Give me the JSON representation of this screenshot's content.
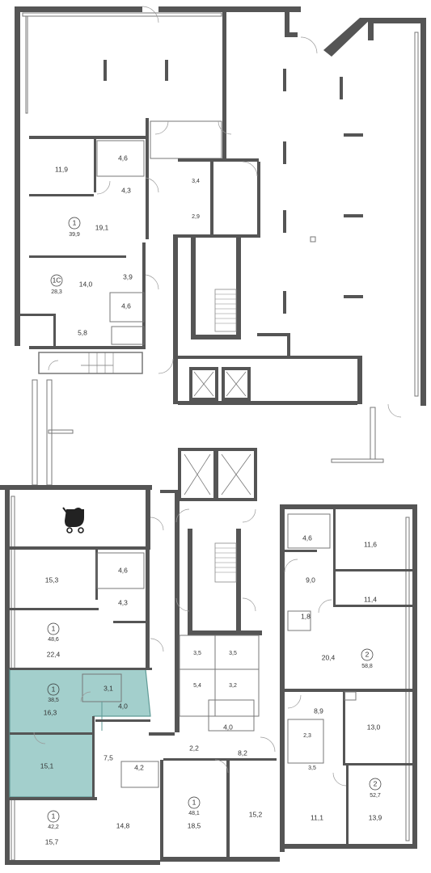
{
  "colors": {
    "wall": "#555555",
    "highlight": "#a3cfcc",
    "highlight_border": "#5f9a96",
    "background": "#ffffff",
    "text": "#333333"
  },
  "upper_block": {
    "apartment_1": {
      "number": "1",
      "area": "39,9",
      "rooms": [
        "11,9",
        "4,6",
        "4,3",
        "19,1"
      ]
    },
    "apartment_1c": {
      "number": "1С",
      "area": "28,3",
      "rooms": [
        "14,0",
        "3,9",
        "4,6",
        "5,8"
      ]
    },
    "small_rooms": [
      "3,4",
      "2,9"
    ]
  },
  "lower_left": {
    "stroller_icon": "stroller-icon",
    "apartment_1a": {
      "number": "1",
      "area": "48,6",
      "rooms": [
        "15,3",
        "4,6",
        "4,3",
        "22,4"
      ]
    },
    "highlighted_apartment": {
      "number": "1",
      "area": "38,5",
      "rooms": [
        "16,3",
        "3,1",
        "4,0",
        "15,1"
      ]
    },
    "apartment_1b": {
      "number": "1",
      "area": "42,2",
      "rooms": [
        "15,7",
        "14,8",
        "7,5",
        "4,2"
      ]
    }
  },
  "lower_center": {
    "small_rooms": [
      "3,5",
      "3,5",
      "5,4",
      "3,2",
      "4,0",
      "2,2",
      "8,2"
    ],
    "apartment_1c": {
      "number": "1",
      "area": "48,1",
      "rooms": [
        "18,5",
        "15,2"
      ]
    }
  },
  "lower_right": {
    "apartment_2a": {
      "number": "2",
      "area": "58,8",
      "rooms": [
        "4,6",
        "11,6",
        "9,0",
        "11,4",
        "1,8",
        "20,4"
      ]
    },
    "apartment_2b": {
      "number": "2",
      "area": "52,7",
      "rooms": [
        "8,9",
        "13,0",
        "2,3",
        "3,5",
        "11,1",
        "13,9"
      ]
    }
  }
}
